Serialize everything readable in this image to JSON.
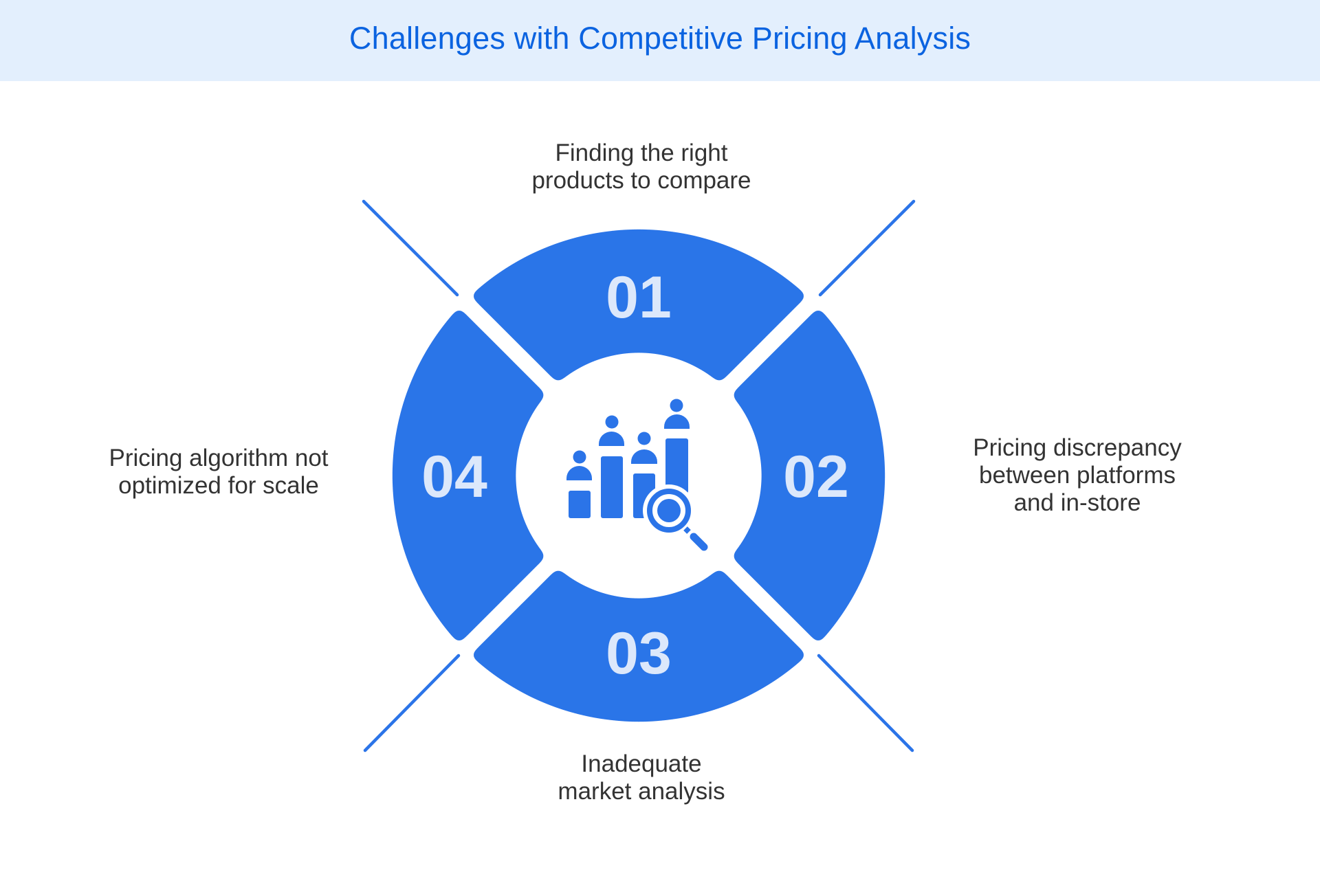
{
  "header": {
    "title": "Challenges with Competitive Pricing Analysis"
  },
  "colors": {
    "header_bg": "#e3effd",
    "title": "#0b63e0",
    "segment": "#2b74e8",
    "number": "#dce8fb",
    "label_text": "#333333",
    "connector_line": "#2b74e8"
  },
  "center_icon": {
    "name": "bar-chart-people-magnifier-icon"
  },
  "segments": [
    {
      "number": "01",
      "position": "top",
      "label": "Finding the right\nproducts to compare"
    },
    {
      "number": "02",
      "position": "right",
      "label": "Pricing discrepancy\nbetween platforms\nand in-store"
    },
    {
      "number": "03",
      "position": "bottom",
      "label": "Inadequate\nmarket analysis"
    },
    {
      "number": "04",
      "position": "left",
      "label": "Pricing algorithm not\noptimized for scale"
    }
  ]
}
